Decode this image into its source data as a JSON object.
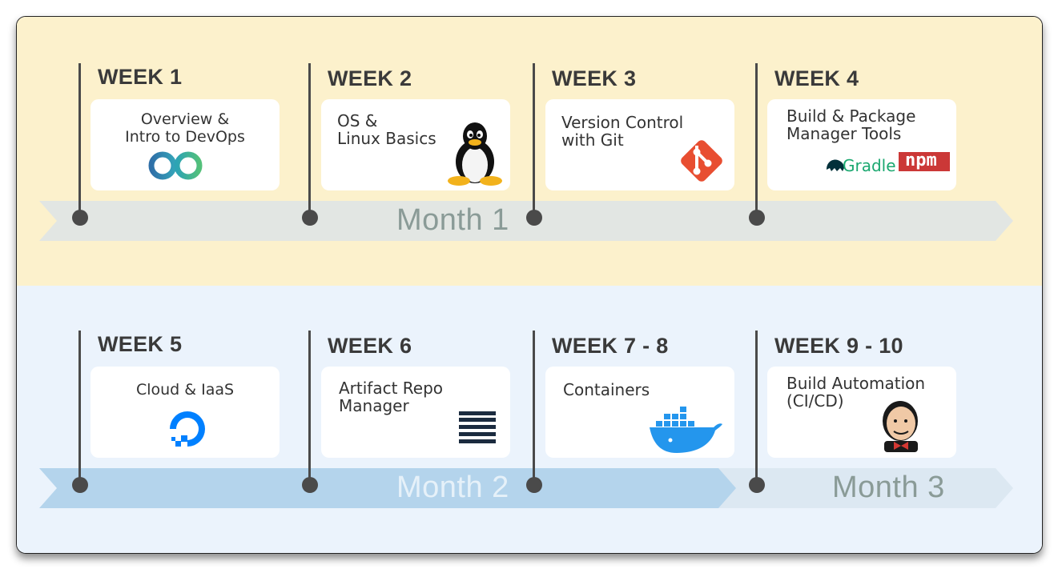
{
  "months": [
    {
      "label": "Month 1",
      "color": "#e2e6e3",
      "text_color": "#8a9b97"
    },
    {
      "label": "Month 2",
      "color": "#b4d4ec",
      "text_color": "#e6f1f9"
    },
    {
      "label": "Month 3",
      "color": "#dce8f2",
      "text_color": "#8a9b97"
    }
  ],
  "weeks": [
    {
      "week": "WEEK 1",
      "title": "Overview &\nIntro to DevOps",
      "icon": "devops-infinity-icon"
    },
    {
      "week": "WEEK 2",
      "title": "OS &\nLinux Basics",
      "icon": "linux-tux-icon"
    },
    {
      "week": "WEEK 3",
      "title": "Version Control\nwith Git",
      "icon": "git-icon"
    },
    {
      "week": "WEEK 4",
      "title": "Build & Package\nManager Tools",
      "icon": "gradle-npm-icon"
    },
    {
      "week": "WEEK 5",
      "title": "Cloud & IaaS",
      "icon": "digitalocean-icon"
    },
    {
      "week": "WEEK 6",
      "title": "Artifact Repo\nManager",
      "icon": "nexus-stack-icon"
    },
    {
      "week": "WEEK 7 - 8",
      "title": "Containers",
      "icon": "docker-icon"
    },
    {
      "week": "WEEK 9 - 10",
      "title": "Build Automation\n(CI/CD)",
      "icon": "jenkins-icon"
    }
  ],
  "logos": {
    "gradle": "Gradle",
    "npm": "npm"
  },
  "colors": {
    "top_band": "#fcf1cc",
    "bottom_band": "#ebf3fc",
    "timeline": "#4a4a4a",
    "git": "#e84e31",
    "npm": "#cb3837",
    "gradle": "#02303a",
    "digitalocean": "#0080ff",
    "docker": "#2496ed"
  }
}
